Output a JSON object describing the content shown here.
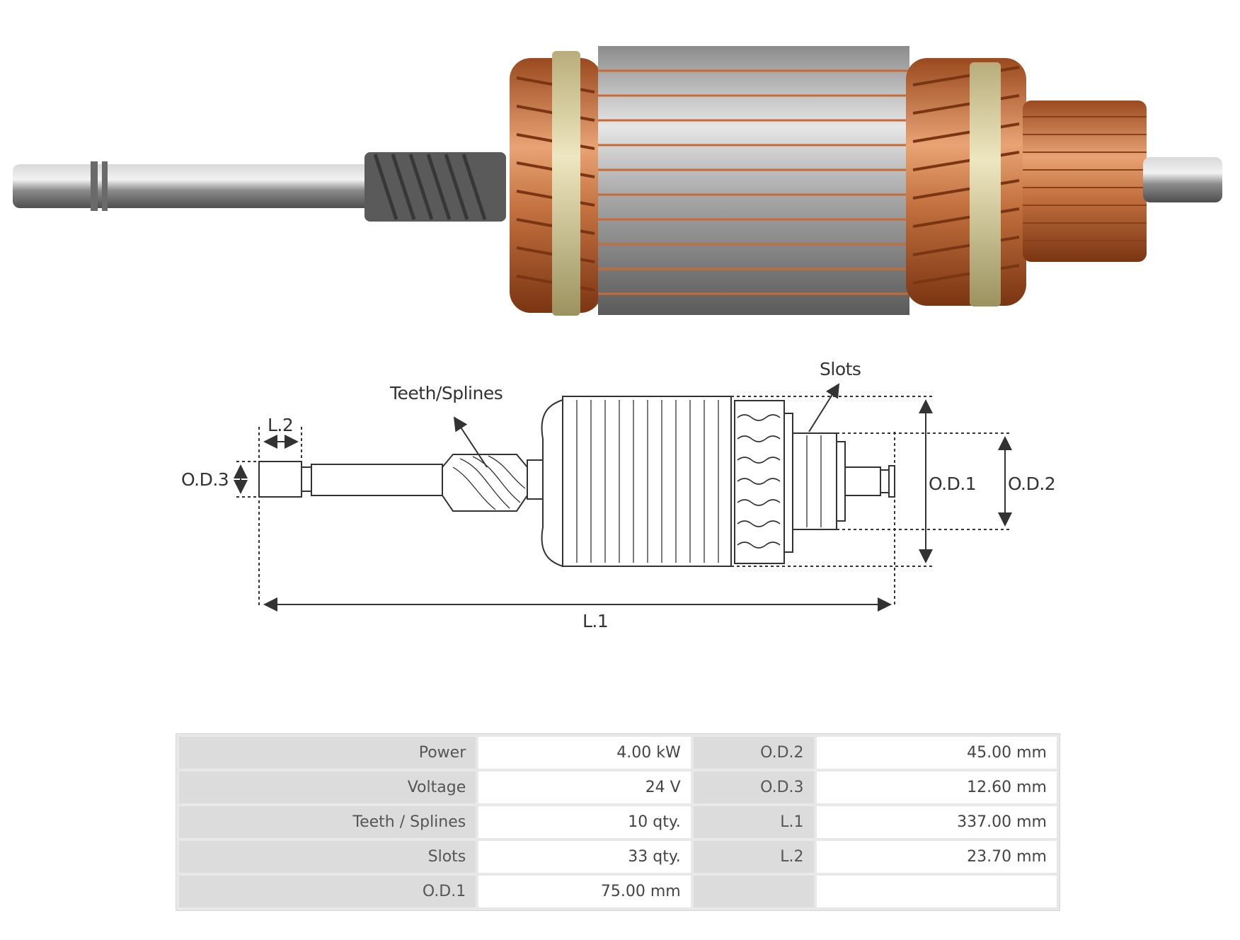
{
  "diagram": {
    "labels": {
      "teeth_splines": "Teeth/Splines",
      "slots": "Slots",
      "l2": "L.2",
      "l1": "L.1",
      "od1": "O.D.1",
      "od2": "O.D.2",
      "od3": "O.D.3"
    }
  },
  "specs": {
    "rows": [
      {
        "k1": "Power",
        "v1": "4.00 kW",
        "k2": "O.D.2",
        "v2": "45.00 mm"
      },
      {
        "k1": "Voltage",
        "v1": "24 V",
        "k2": "O.D.3",
        "v2": "12.60 mm"
      },
      {
        "k1": "Teeth / Splines",
        "v1": "10 qty.",
        "k2": "L.1",
        "v2": "337.00 mm"
      },
      {
        "k1": "Slots",
        "v1": "33 qty.",
        "k2": "L.2",
        "v2": "23.70 mm"
      },
      {
        "k1": "O.D.1",
        "v1": "75.00 mm",
        "k2": "",
        "v2": ""
      }
    ]
  },
  "colors": {
    "steel": "#9a9a9a",
    "copper": "#c66a38",
    "band": "#d6cc9c",
    "line": "#333333"
  }
}
